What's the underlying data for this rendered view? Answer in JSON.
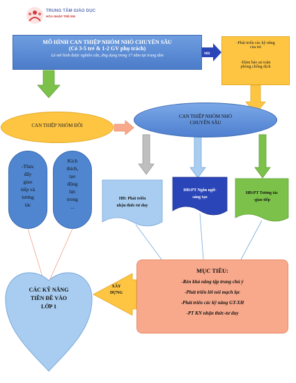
{
  "logo": {
    "title": "TRUNG TÂM GIÁO DỤC",
    "subtitle": "HÒA NHẬP TRẺ EM"
  },
  "title_box": {
    "line1": "MÔ HÌNH CAN THIỆP NHÓM NHỎ CHUYÊN SÂU",
    "line2": "(Có 3-5 trẻ & 1-2 GV phụ trách)",
    "line3": "Là mô hình được nghiên cứu, ứng dụng trong 17 năm tại trung tâm"
  },
  "md_label": "MĐ",
  "right_box": {
    "line1": "-Phát triển các kỹ năng",
    "line2": "của trẻ",
    "line3": "-Đảm bảo an toàn",
    "line4": "phòng chống dịch"
  },
  "peer_oval": "CAN THIỆP NHÓM ĐÔI",
  "deep_oval": {
    "line1": "CAN THIỆP  NHÓM NHỎ",
    "line2": "CHUYÊN SÂU"
  },
  "pill_left": [
    "-Thúc",
    "đẩy",
    "giao",
    "tiếp và",
    "tương",
    "tác"
  ],
  "pill_right": [
    "Kích",
    "thích,",
    "tạo",
    "động",
    "lực",
    "trong",
    "..."
  ],
  "banner1": [
    "HĐ: Phát triển",
    "nhận thức-tư duy"
  ],
  "banner2": [
    "HĐ:PT Ngôn ngữ-",
    "sáng tạo"
  ],
  "banner3": [
    "HĐ:PT Tương tác",
    "-giao tiếp"
  ],
  "goals": {
    "heading": "MỤC TIÊU:",
    "items": [
      "-Rèn khả năng tập trung chú ý",
      "-Phát triển lời nói mạch lạc",
      "-Phát triển các kỹ năng GT-XH",
      "-PT KN nhận thức-tư duy"
    ]
  },
  "build_label": [
    "XÂY",
    "DỰNG"
  ],
  "heart": [
    "CÁC KỸ NĂNG",
    "TIỀN ĐỀ VÀO",
    "LỚP 1"
  ],
  "colors": {
    "blue": "#4f86cf",
    "dark_blue": "#2a45b8",
    "yellow": "#fdc542",
    "green": "#7cc24a",
    "gray": "#bfbfbf",
    "salmon": "#f8a98c",
    "light_blue": "#a9cdf0"
  }
}
